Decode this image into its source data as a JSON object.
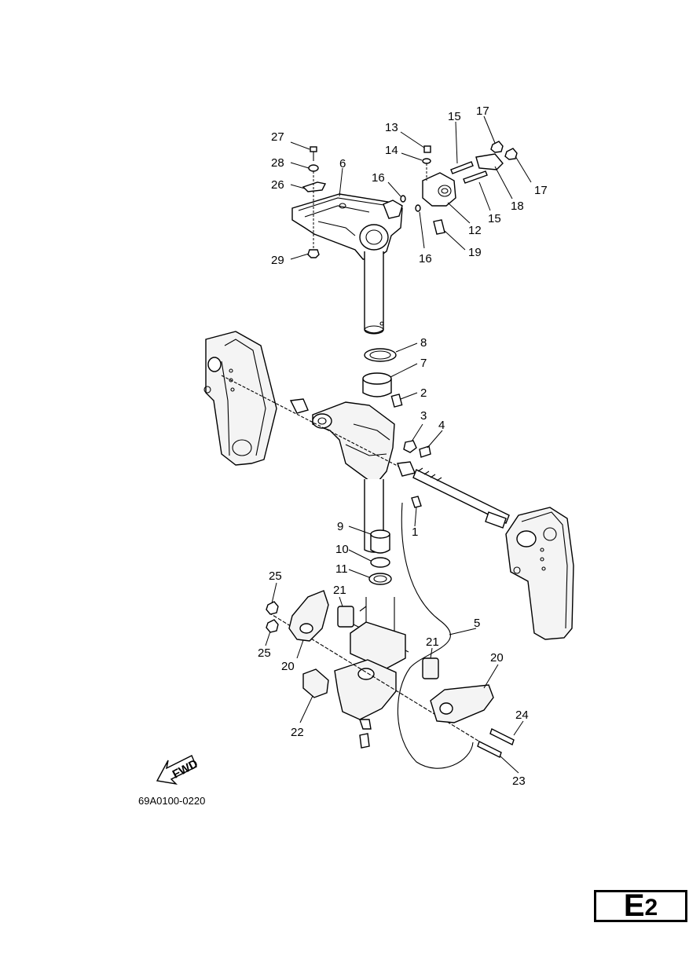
{
  "diagram": {
    "code": "69A0100-0220",
    "page_badge": {
      "letter": "E",
      "number": "2"
    },
    "fwd_label": "FWD",
    "callouts": [
      "1",
      "2",
      "3",
      "4",
      "5",
      "6",
      "7",
      "8",
      "9",
      "10",
      "11",
      "12",
      "13",
      "14",
      "15",
      "16",
      "17",
      "18",
      "19",
      "20",
      "21",
      "22",
      "23",
      "24",
      "25",
      "26",
      "27",
      "28",
      "29"
    ]
  }
}
